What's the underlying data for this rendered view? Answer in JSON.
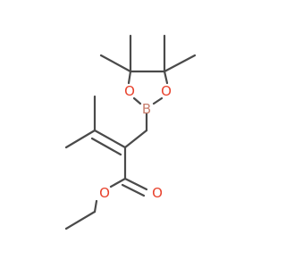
{
  "molecule": {
    "atoms": {
      "o_ring_left": "O",
      "o_ring_right": "O",
      "boron": "B",
      "o_ester_single": "O",
      "o_carbonyl": "O"
    },
    "colors": {
      "bond": "#4a4a4a",
      "oxygen": "#e8412c",
      "boron": "#c77d6c"
    }
  }
}
